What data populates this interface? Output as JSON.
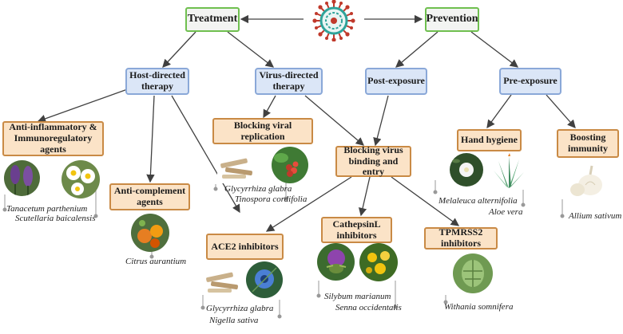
{
  "nodes": {
    "treatment": "Treatment",
    "prevention": "Prevention",
    "host_directed": "Host-directed therapy",
    "virus_directed": "Virus-directed therapy",
    "post_exposure": "Post-exposure",
    "pre_exposure": "Pre-exposure",
    "anti_inflammatory": "Anti-inflammatory & Immunoregulatory agents",
    "anti_complement": "Anti-complement agents",
    "blocking_replication": "Blocking viral replication",
    "blocking_binding": "Blocking virus binding and entry",
    "ace2": "ACE2 inhibitors",
    "cathepsin": "CathepsinL inhibitors",
    "tmprss2": "TPMRSS2 inhibitors",
    "hand_hygiene": "Hand hygiene",
    "boosting": "Boosting immunity"
  },
  "plants": {
    "tanacetum": "Tanacetum parthenium",
    "scutellaria": "Scutellaria baicalensis",
    "citrus": "Citrus aurantium",
    "glycyrrhiza_1": "Glycyrrhiza glabra",
    "tinospora": "Tinospora cordifolia",
    "glycyrrhiza_2": "Glycyrrhiza glabra",
    "nigella": "Nigella sativa",
    "silybum": "Silybum marianum",
    "senna": "Senna occidentalis",
    "withania": "Withania somnifera",
    "melaleuca": "Melaleuca alternifolia",
    "aloe": "Aloe vera",
    "allium": "Allium sativum"
  },
  "icons": {
    "virus": "coronavirus-icon"
  },
  "colors": {
    "green_border": "#6fbf4f",
    "blue_fill": "#dbe6f7",
    "blue_border": "#8aa8d8",
    "orange_fill": "#fbe3c7",
    "orange_border": "#c98a45",
    "arrow": "#404040",
    "virus_red": "#c0392b",
    "virus_teal": "#2fa39a"
  }
}
